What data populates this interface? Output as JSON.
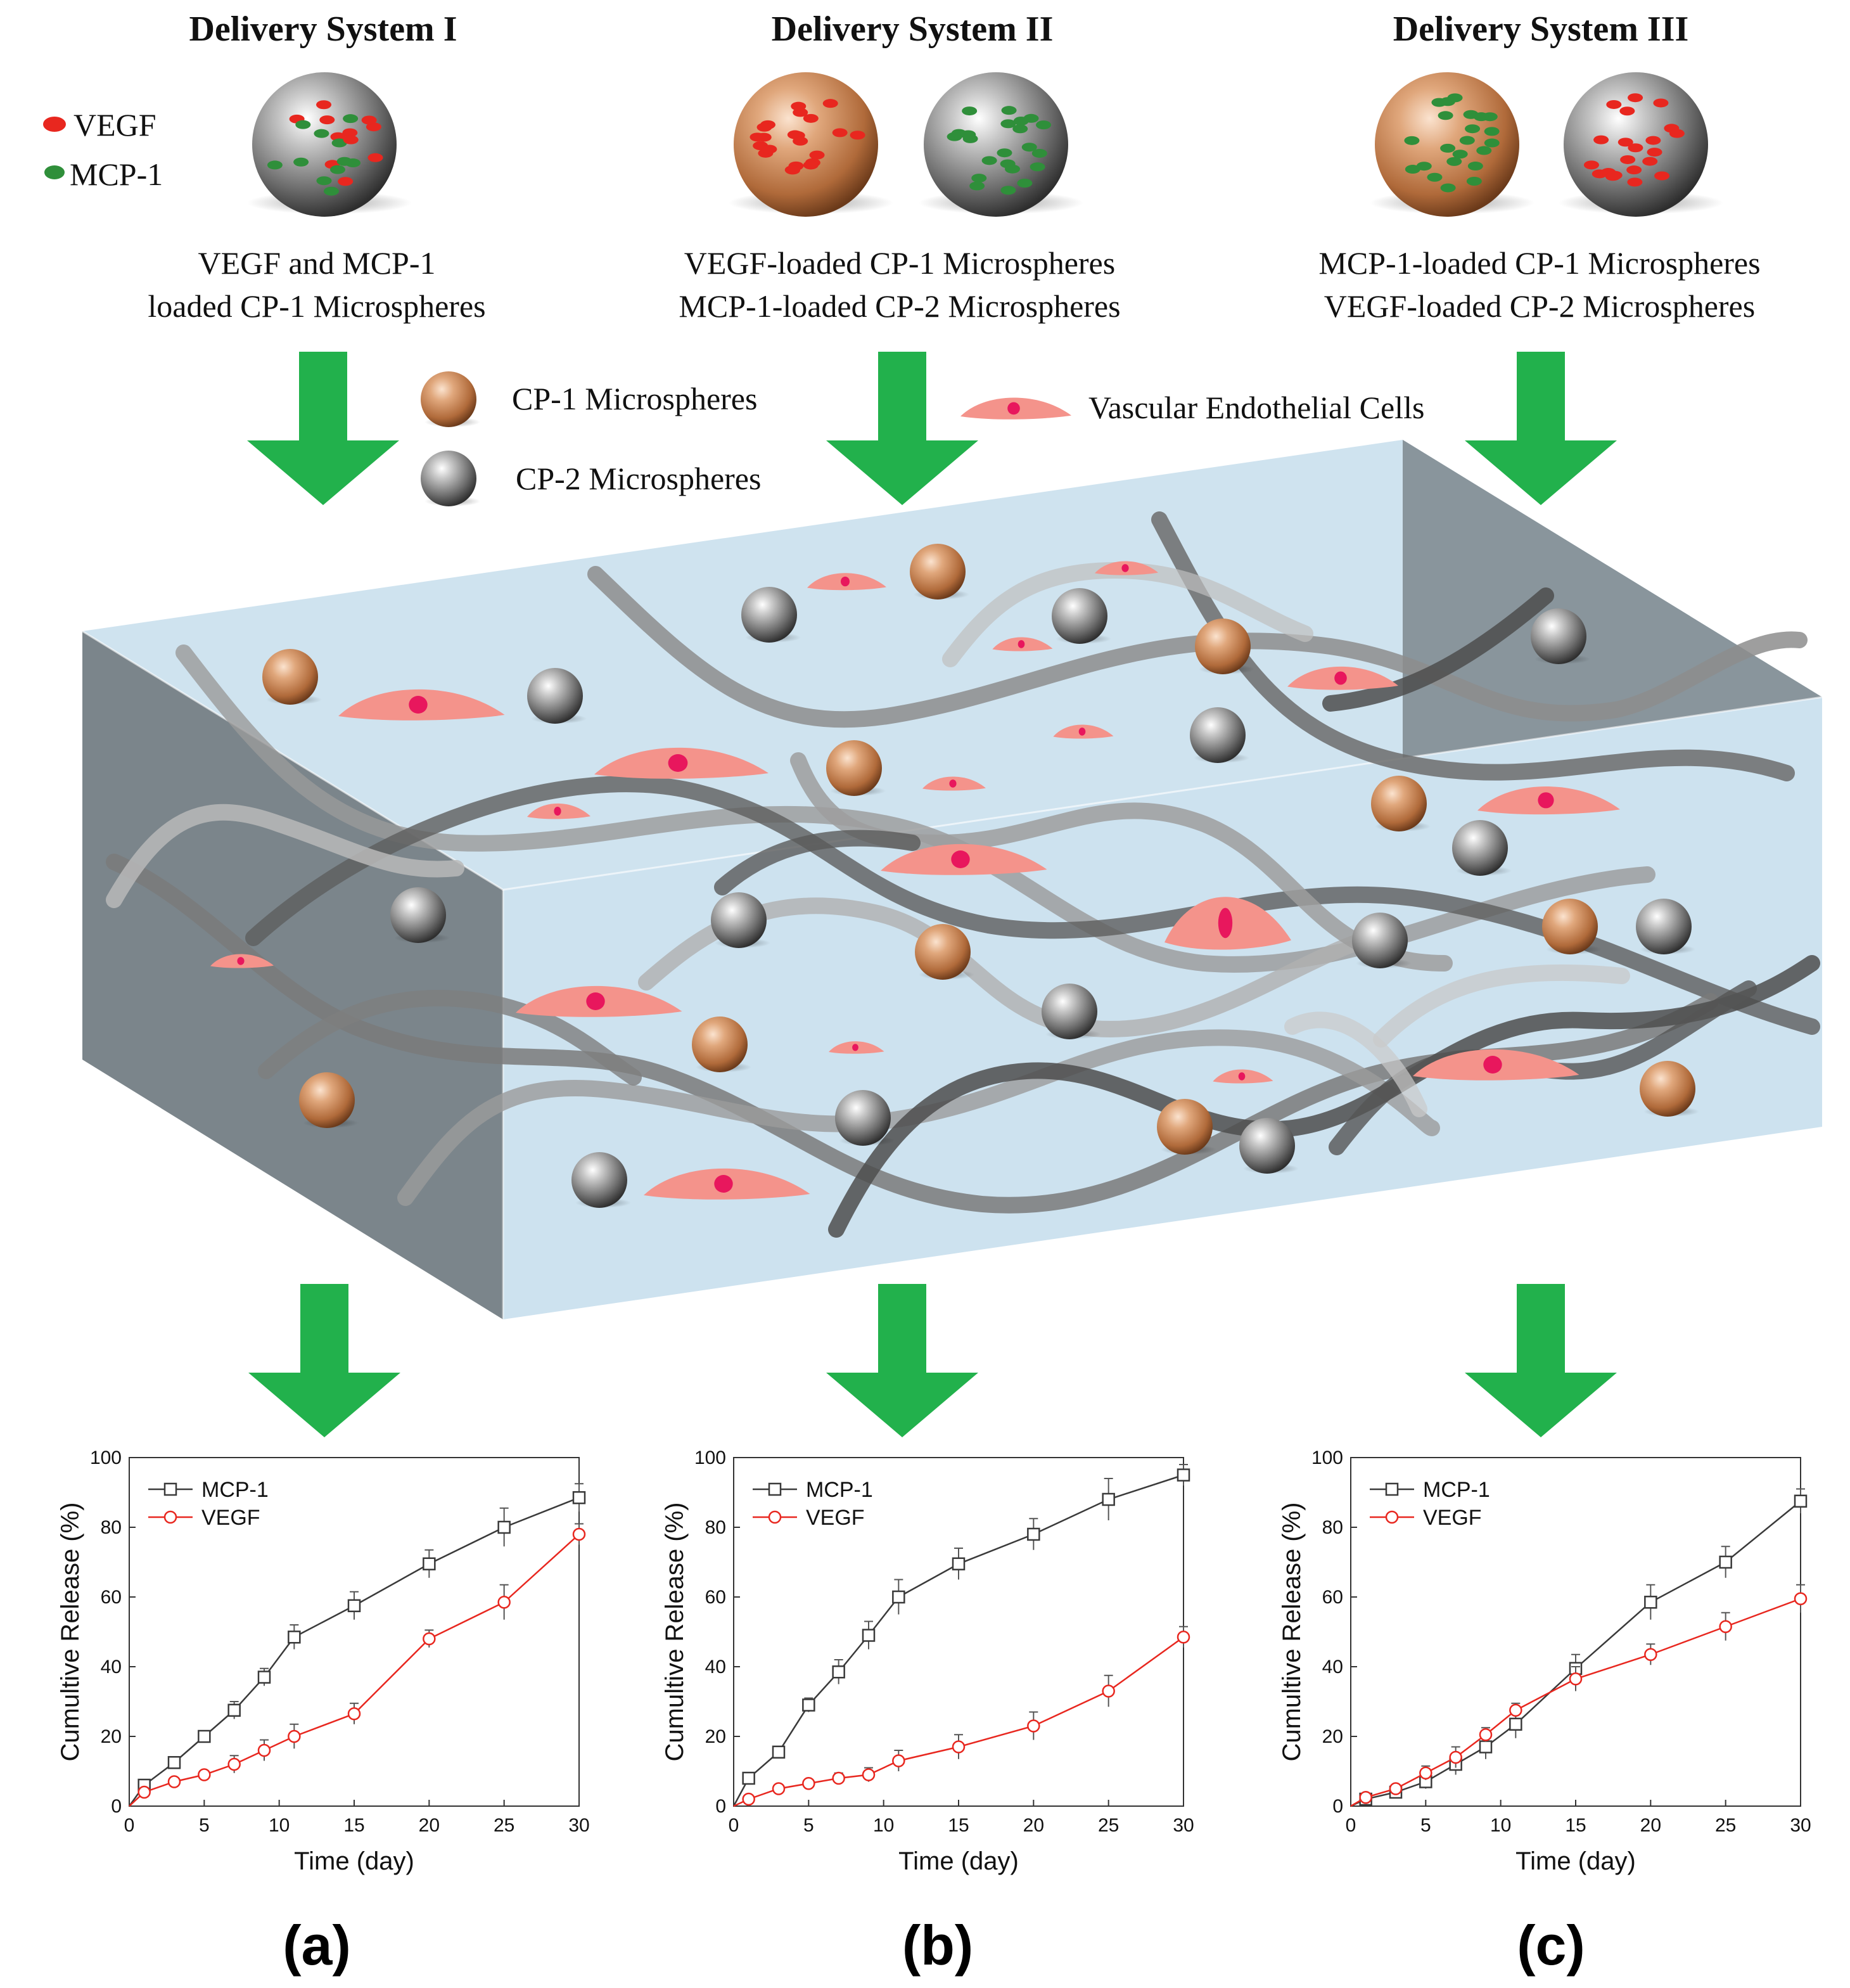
{
  "systems": [
    {
      "title": "Delivery System I",
      "line1": "VEGF and MCP-1",
      "line2": "loaded CP-1 Microspheres"
    },
    {
      "title": "Delivery System II",
      "line1": "VEGF-loaded CP-1 Microspheres",
      "line2": "MCP-1-loaded CP-2 Microspheres"
    },
    {
      "title": "Delivery System III",
      "line1": "MCP-1-loaded CP-1 Microspheres",
      "line2": "VEGF-loaded CP-2 Microspheres"
    }
  ],
  "legend": {
    "vegf": "VEGF",
    "mcp1": "MCP-1",
    "cp1": "CP-1 Microspheres",
    "cp2": "CP-2 Microspheres",
    "cells": "Vascular Endothelial Cells"
  },
  "colors": {
    "arrow": "#22b14c",
    "vegf": "#e8271f",
    "mcp1": "#2f8f3a",
    "cell": "#f4938b",
    "nucleus": "#e8175d",
    "box_face": "#cfe3ef",
    "box_side": "#7b858b",
    "series_mcp1": "#3a3a3a",
    "series_vegf": "#e8271f"
  },
  "panels": [
    {
      "letter": "(a)"
    },
    {
      "letter": "(b)"
    },
    {
      "letter": "(c)"
    }
  ],
  "chart_data": [
    {
      "type": "line",
      "xlabel": "Time (day)",
      "ylabel": "Cumultive Release (%)",
      "xlim": [
        0,
        30
      ],
      "ylim": [
        0,
        100
      ],
      "xticks": [
        0,
        5,
        10,
        15,
        20,
        25,
        30
      ],
      "yticks": [
        0,
        20,
        40,
        60,
        80,
        100
      ],
      "legend_position": "top-left",
      "series": [
        {
          "name": "MCP-1",
          "marker": "square",
          "x": [
            0,
            1,
            3,
            5,
            7,
            9,
            11,
            15,
            20,
            25,
            30
          ],
          "y": [
            0,
            6,
            12.5,
            20,
            27.5,
            37,
            48.5,
            57.5,
            69.5,
            80,
            88.5
          ],
          "err": [
            0,
            1.5,
            1.5,
            1.5,
            2.5,
            2.5,
            3.5,
            4,
            4,
            5.5,
            4
          ]
        },
        {
          "name": "VEGF",
          "marker": "circle",
          "x": [
            0,
            1,
            3,
            5,
            7,
            9,
            11,
            15,
            20,
            25,
            30
          ],
          "y": [
            0,
            4,
            7,
            9,
            12,
            16,
            20,
            26.5,
            48,
            58.5,
            78
          ],
          "err": [
            0,
            1,
            1,
            1,
            2.5,
            3,
            3.5,
            3,
            2.5,
            5,
            3
          ]
        }
      ]
    },
    {
      "type": "line",
      "xlabel": "Time (day)",
      "ylabel": "Cumultive Release (%)",
      "xlim": [
        0,
        30
      ],
      "ylim": [
        0,
        100
      ],
      "xticks": [
        0,
        5,
        10,
        15,
        20,
        25,
        30
      ],
      "yticks": [
        0,
        20,
        40,
        60,
        80,
        100
      ],
      "legend_position": "top-left",
      "series": [
        {
          "name": "MCP-1",
          "marker": "square",
          "x": [
            0,
            1,
            3,
            5,
            7,
            9,
            11,
            15,
            20,
            25,
            30
          ],
          "y": [
            0,
            8,
            15.5,
            29,
            38.5,
            49,
            60,
            69.5,
            78,
            88,
            95
          ],
          "err": [
            0,
            1.5,
            1.5,
            2,
            3.5,
            4,
            5,
            4.5,
            4.5,
            6,
            3
          ]
        },
        {
          "name": "VEGF",
          "marker": "circle",
          "x": [
            0,
            1,
            3,
            5,
            7,
            9,
            11,
            15,
            20,
            25,
            30
          ],
          "y": [
            0,
            2,
            5,
            6.5,
            8,
            9,
            13,
            17,
            23,
            33,
            48.5
          ],
          "err": [
            0,
            1,
            1,
            1,
            1.5,
            2,
            3,
            3.5,
            4,
            4.5,
            3
          ]
        }
      ]
    },
    {
      "type": "line",
      "xlabel": "Time (day)",
      "ylabel": "Cumultive Release (%)",
      "xlim": [
        0,
        30
      ],
      "ylim": [
        0,
        100
      ],
      "xticks": [
        0,
        5,
        10,
        15,
        20,
        25,
        30
      ],
      "yticks": [
        0,
        20,
        40,
        60,
        80,
        100
      ],
      "legend_position": "top-left",
      "series": [
        {
          "name": "MCP-1",
          "marker": "square",
          "x": [
            0,
            1,
            3,
            5,
            7,
            9,
            11,
            15,
            20,
            25,
            30
          ],
          "y": [
            0,
            2,
            4,
            7,
            12,
            17,
            23.5,
            39.5,
            58.5,
            70,
            87.5
          ],
          "err": [
            0,
            1,
            1,
            2,
            3,
            3.5,
            4,
            4,
            5,
            4.5,
            3.5
          ]
        },
        {
          "name": "VEGF",
          "marker": "circle",
          "x": [
            0,
            1,
            3,
            5,
            7,
            9,
            11,
            15,
            20,
            25,
            30
          ],
          "y": [
            0,
            2.5,
            5,
            9.5,
            14,
            20.5,
            27.5,
            36.5,
            43.5,
            51.5,
            59.5
          ],
          "err": [
            0,
            1,
            1,
            2,
            3,
            2,
            2,
            3.5,
            3,
            4,
            4
          ]
        }
      ]
    }
  ]
}
